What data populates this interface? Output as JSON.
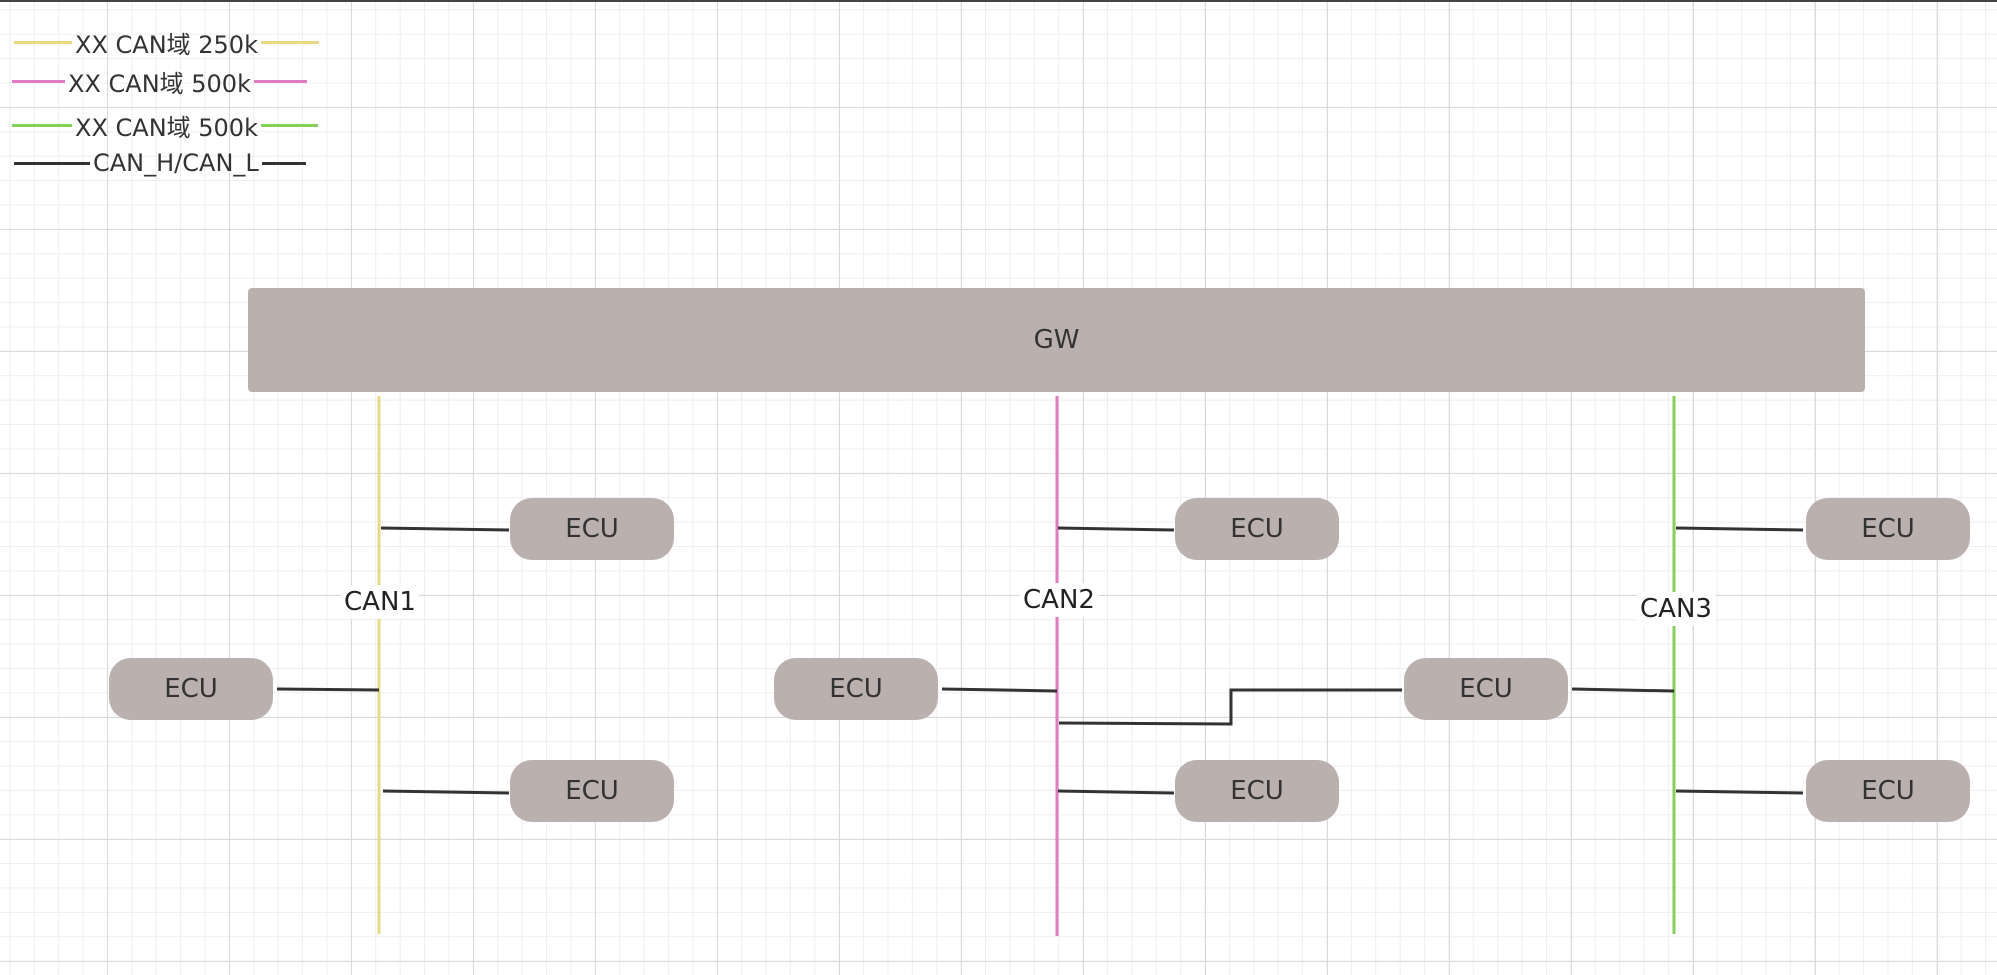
{
  "legend": [
    {
      "label": "XX CAN域 250k",
      "color": "#e8d986"
    },
    {
      "label": "XX CAN域 500k",
      "color": "#e07cc4"
    },
    {
      "label": "XX CAN域 500k",
      "color": "#86cf5c"
    },
    {
      "label": "CAN_H/CAN_L",
      "color": "#333333"
    }
  ],
  "gateway": {
    "label": "GW"
  },
  "buses": [
    {
      "label": "CAN1",
      "color": "#e8d986"
    },
    {
      "label": "CAN2",
      "color": "#e07cc4"
    },
    {
      "label": "CAN3",
      "color": "#86cf5c"
    }
  ],
  "ecu_label": "ECU",
  "wire_color": "#333333"
}
